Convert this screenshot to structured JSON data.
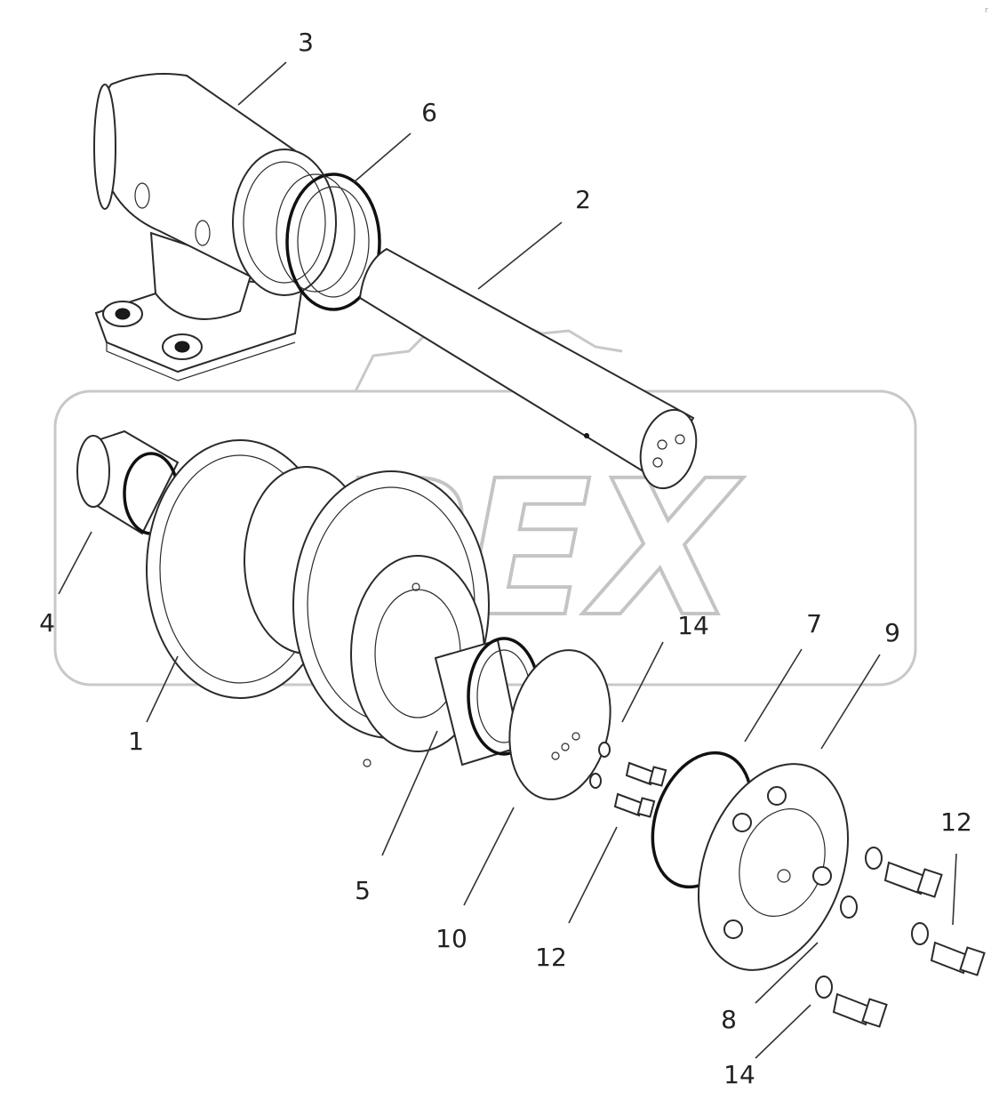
{
  "diagram": {
    "watermark": "OPEX",
    "corner_mark": "r"
  },
  "callouts": [
    {
      "id": "c3",
      "text": "3"
    },
    {
      "id": "c6",
      "text": "6"
    },
    {
      "id": "c2",
      "text": "2"
    },
    {
      "id": "c4",
      "text": "4"
    },
    {
      "id": "c1",
      "text": "1"
    },
    {
      "id": "c14a",
      "text": "14"
    },
    {
      "id": "c7",
      "text": "7"
    },
    {
      "id": "c9",
      "text": "9"
    },
    {
      "id": "c12a",
      "text": "12"
    },
    {
      "id": "c5",
      "text": "5"
    },
    {
      "id": "c10",
      "text": "10"
    },
    {
      "id": "c12b",
      "text": "12"
    },
    {
      "id": "c8",
      "text": "8"
    },
    {
      "id": "c14b",
      "text": "14"
    }
  ]
}
